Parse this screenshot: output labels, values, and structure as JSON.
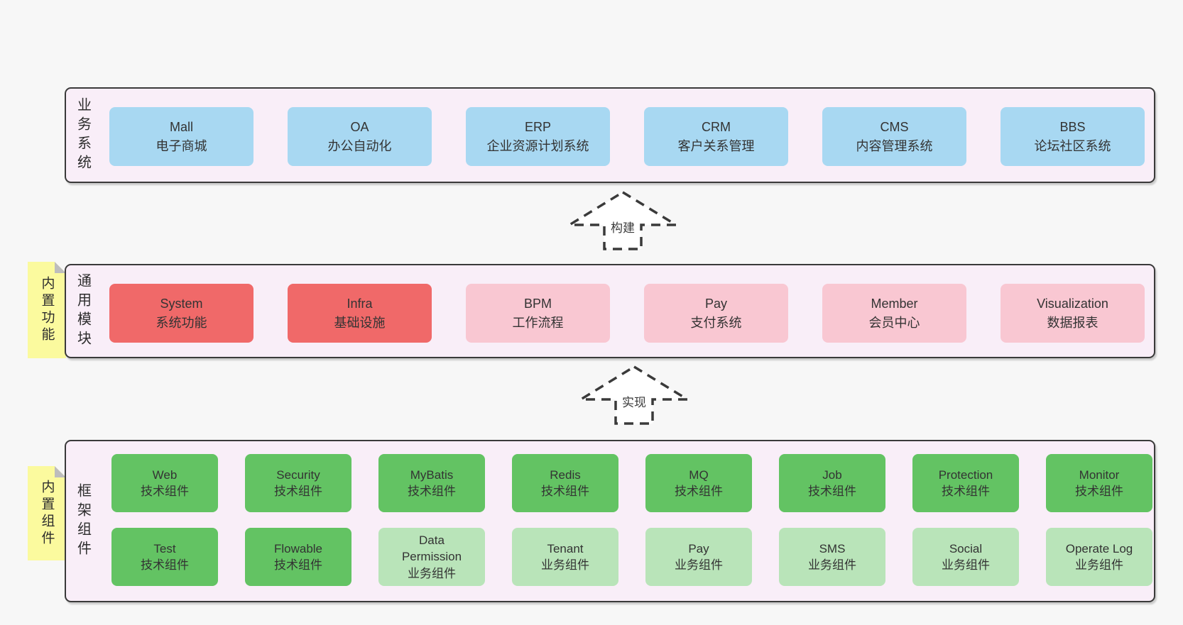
{
  "colors": {
    "page_bg": "#f7f7f7",
    "container_bg": "#f9eef8",
    "container_border": "#3a3a3a",
    "blue": "#a8d8f2",
    "red": "#f06969",
    "pink": "#f9c7d2",
    "green": "#63c363",
    "light_green": "#b9e4b9",
    "sticky_yellow": "#fbfa9e",
    "sticky_fold": "#bdbdbd",
    "text": "#333333",
    "arrow": "#3a3a3a"
  },
  "arrows": [
    {
      "label": "构建"
    },
    {
      "label": "实现"
    }
  ],
  "layers": [
    {
      "name": "business-systems",
      "side_label": "业务系统",
      "rows": [
        [
          {
            "en": "Mall",
            "zh": "电子商城",
            "variant": "blue"
          },
          {
            "en": "OA",
            "zh": "办公自动化",
            "variant": "blue"
          },
          {
            "en": "ERP",
            "zh": "企业资源计划系统",
            "variant": "blue"
          },
          {
            "en": "CRM",
            "zh": "客户关系管理",
            "variant": "blue"
          },
          {
            "en": "CMS",
            "zh": "内容管理系统",
            "variant": "blue"
          },
          {
            "en": "BBS",
            "zh": "论坛社区系统",
            "variant": "blue"
          }
        ]
      ]
    },
    {
      "name": "common-modules",
      "side_label": "通用模块",
      "sticky_note": "内置功能",
      "rows": [
        [
          {
            "en": "System",
            "zh": "系统功能",
            "variant": "red"
          },
          {
            "en": "Infra",
            "zh": "基础设施",
            "variant": "red"
          },
          {
            "en": "BPM",
            "zh": "工作流程",
            "variant": "pink"
          },
          {
            "en": "Pay",
            "zh": "支付系统",
            "variant": "pink"
          },
          {
            "en": "Member",
            "zh": "会员中心",
            "variant": "pink"
          },
          {
            "en": "Visualization",
            "zh": "数据报表",
            "variant": "pink"
          }
        ]
      ]
    },
    {
      "name": "framework-components",
      "side_label": "框架组件",
      "sticky_note": "内置组件",
      "rows": [
        [
          {
            "en": "Web",
            "zh": "技术组件",
            "variant": "green"
          },
          {
            "en": "Security",
            "zh": "技术组件",
            "variant": "green"
          },
          {
            "en": "MyBatis",
            "zh": "技术组件",
            "variant": "green"
          },
          {
            "en": "Redis",
            "zh": "技术组件",
            "variant": "green"
          },
          {
            "en": "MQ",
            "zh": "技术组件",
            "variant": "green"
          },
          {
            "en": "Job",
            "zh": "技术组件",
            "variant": "green"
          },
          {
            "en": "Protection",
            "zh": "技术组件",
            "variant": "green"
          },
          {
            "en": "Monitor",
            "zh": "技术组件",
            "variant": "green"
          }
        ],
        [
          {
            "en": "Test",
            "zh": "技术组件",
            "variant": "green"
          },
          {
            "en": "Flowable",
            "zh": "技术组件",
            "variant": "green"
          },
          {
            "en": "Data\nPermission",
            "zh": "业务组件",
            "variant": "light-green"
          },
          {
            "en": "Tenant",
            "zh": "业务组件",
            "variant": "light-green"
          },
          {
            "en": "Pay",
            "zh": "业务组件",
            "variant": "light-green"
          },
          {
            "en": "SMS",
            "zh": "业务组件",
            "variant": "light-green"
          },
          {
            "en": "Social",
            "zh": "业务组件",
            "variant": "light-green"
          },
          {
            "en": "Operate Log",
            "zh": "业务组件",
            "variant": "light-green"
          }
        ]
      ]
    }
  ]
}
